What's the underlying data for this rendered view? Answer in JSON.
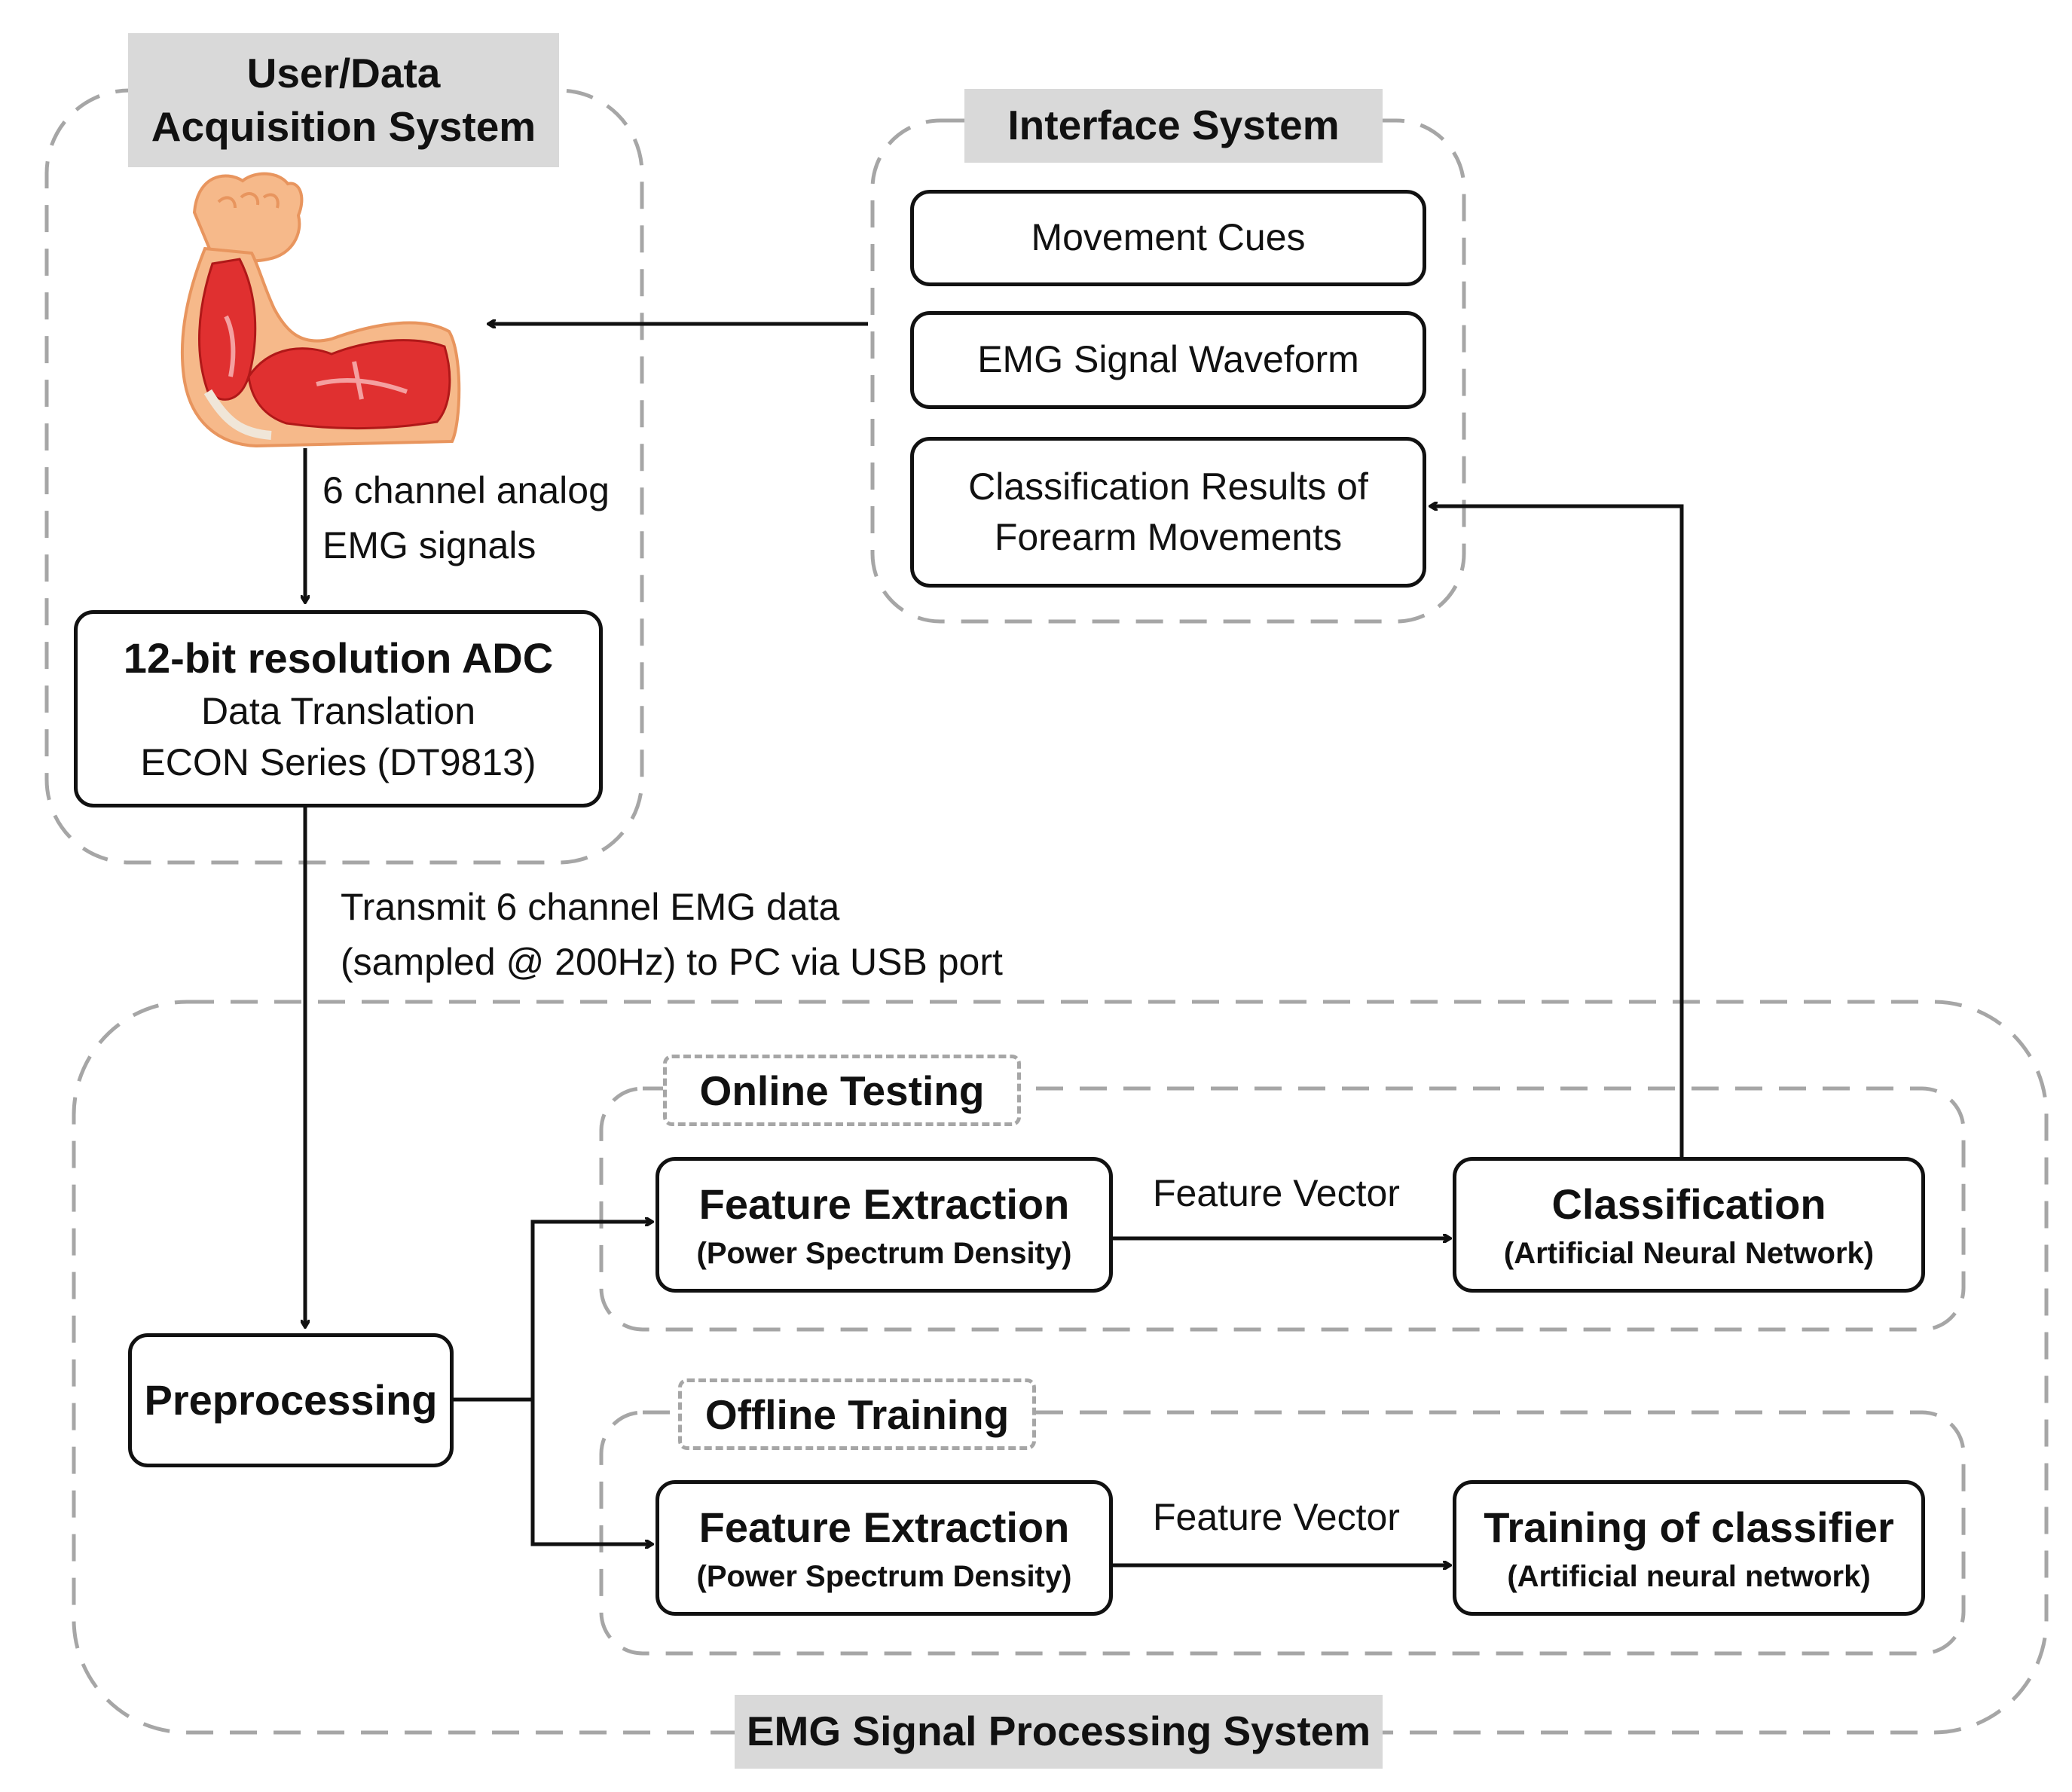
{
  "groups": {
    "acquisition": {
      "title_line1": "User/Data",
      "title_line2": "Acquisition System"
    },
    "interface": {
      "title": "Interface System"
    },
    "processing": {
      "title": "EMG Signal Processing System"
    },
    "online": {
      "title": "Online Testing"
    },
    "offline": {
      "title": "Offline Training"
    }
  },
  "boxes": {
    "movement_cues": "Movement Cues",
    "emg_waveform": "EMG Signal Waveform",
    "classification_results": {
      "line1": "Classification Results of",
      "line2": "Forearm Movements"
    },
    "adc": {
      "title": "12-bit resolution ADC",
      "line2": "Data Translation",
      "line3": "ECON Series (DT9813)"
    },
    "preprocessing": "Preprocessing",
    "feature_online": {
      "title": "Feature Extraction",
      "sub": "(Power Spectrum Density)"
    },
    "classification": {
      "title": "Classification",
      "sub": "(Artificial Neural Network)"
    },
    "feature_offline": {
      "title": "Feature Extraction",
      "sub": "(Power Spectrum Density)"
    },
    "training": {
      "title": "Training of classifier",
      "sub": "(Artificial neural network)"
    }
  },
  "edge_labels": {
    "analog_line1": "6 channel analog",
    "analog_line2": "EMG signals",
    "transmit_line1": "Transmit 6 channel EMG data",
    "transmit_line2": "(sampled @ 200Hz) to PC via USB port",
    "feature_vector_online": "Feature Vector",
    "feature_vector_offline": "Feature Vector"
  },
  "colors": {
    "dashed_border": "#a6a6a6",
    "label_fill": "#d9d9d9",
    "muscle": "#e03030",
    "skin": "#f6b98a"
  }
}
